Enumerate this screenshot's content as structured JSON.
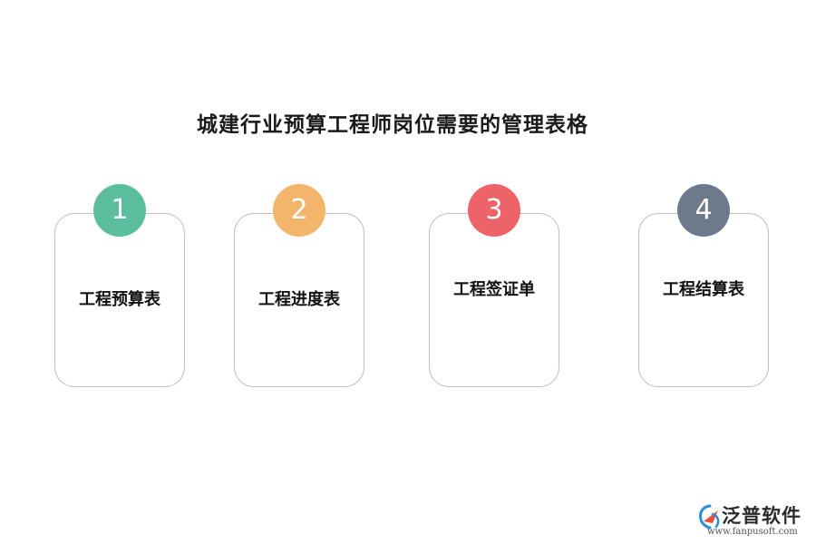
{
  "title": "城建行业预算工程师岗位需要的管理表格",
  "items": [
    {
      "number": "1",
      "label": "工程预算表",
      "color": "#5bbf9f"
    },
    {
      "number": "2",
      "label": "工程进度表",
      "color": "#f2b56b"
    },
    {
      "number": "3",
      "label": "工程签证单",
      "color": "#ec6468"
    },
    {
      "number": "4",
      "label": "工程结算表",
      "color": "#6d7a8b"
    }
  ],
  "logo": {
    "name": "泛普软件",
    "url": "www.fanpusoft.com",
    "accent": "#2a8fd6",
    "accent2": "#e6513a"
  }
}
